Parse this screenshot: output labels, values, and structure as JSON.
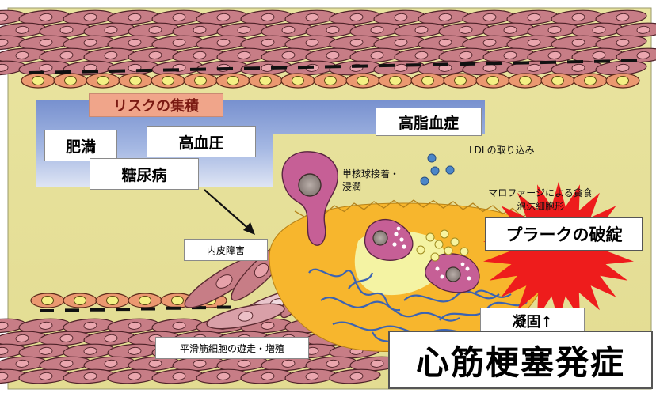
{
  "risk_panel": {
    "header": "リスクの集積",
    "factors": [
      "肥満",
      "高血圧",
      "糖尿病"
    ],
    "lipid": "高脂血症"
  },
  "process_labels": {
    "ldl_uptake": "LDLの取り込み",
    "monocyte_adhesion": "単核球接着・\n浸潤",
    "foam_cell": "マロファージによる貪食\n泡沫細胞形",
    "endothelial_damage": "内皮障害",
    "smooth_muscle": "平滑筋細胞の遊走・増殖",
    "coagulation": "凝固↑"
  },
  "outcomes": {
    "plaque_rupture": "プラークの破綻",
    "myocardial_infarction": "心筋梗塞発症"
  },
  "colors": {
    "background": "#e9e4a0",
    "risk_panel": "#8ea6d8",
    "risk_header": "#f0a58a",
    "muscle_cell": "#c77d86",
    "endothelial_cell": "#eb9870",
    "plaque_core": "#f7b62d",
    "lipid_pool": "#f4f3a3",
    "macrophage": "#c65f96",
    "ldl": "#4b86c8",
    "fibrin": "#3b63b3",
    "burst": "#ee1c1c"
  }
}
